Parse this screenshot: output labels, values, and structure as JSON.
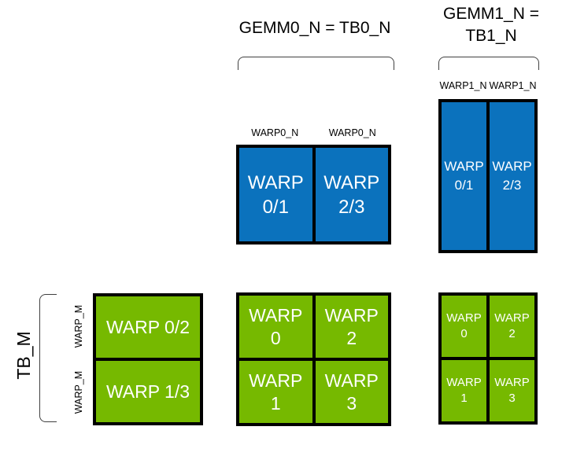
{
  "colors": {
    "blue": "#0b72bd",
    "green": "#76b900",
    "border": "#000000",
    "bracket": "#404040",
    "text_light": "#ffffff",
    "text_dark": "#000000"
  },
  "headers": {
    "gemm0": "GEMM0_N = TB0_N",
    "gemm1_line1": "GEMM1_N =",
    "gemm1_line2": "TB1_N"
  },
  "axis_labels": {
    "tb_m": "TB_M",
    "warp_m_top": "WARP_M",
    "warp_m_bottom": "WARP_M",
    "warp0_n_left": "WARP0_N",
    "warp0_n_right": "WARP0_N",
    "warp1_n_left": "WARP1_N",
    "warp1_n_right": "WARP1_N"
  },
  "gemm0_warp_tiles": {
    "cells": [
      {
        "line1": "WARP",
        "line2": "0/1"
      },
      {
        "line1": "WARP",
        "line2": "2/3"
      }
    ]
  },
  "gemm1_warp_tiles": {
    "cells": [
      {
        "line1": "WARP",
        "line2": "0/1"
      },
      {
        "line1": "WARP",
        "line2": "2/3"
      }
    ]
  },
  "tb_m_tiles": {
    "rows": [
      {
        "label": "WARP 0/2"
      },
      {
        "label": "WARP 1/3"
      }
    ]
  },
  "gemm0_accum_tiles": {
    "cells": [
      {
        "line1": "WARP",
        "line2": "0"
      },
      {
        "line1": "WARP",
        "line2": "2"
      },
      {
        "line1": "WARP",
        "line2": "1"
      },
      {
        "line1": "WARP",
        "line2": "3"
      }
    ]
  },
  "gemm1_accum_tiles": {
    "cells": [
      {
        "line1": "WARP",
        "line2": "0"
      },
      {
        "line1": "WARP",
        "line2": "2"
      },
      {
        "line1": "WARP",
        "line2": "1"
      },
      {
        "line1": "WARP",
        "line2": "3"
      }
    ]
  }
}
